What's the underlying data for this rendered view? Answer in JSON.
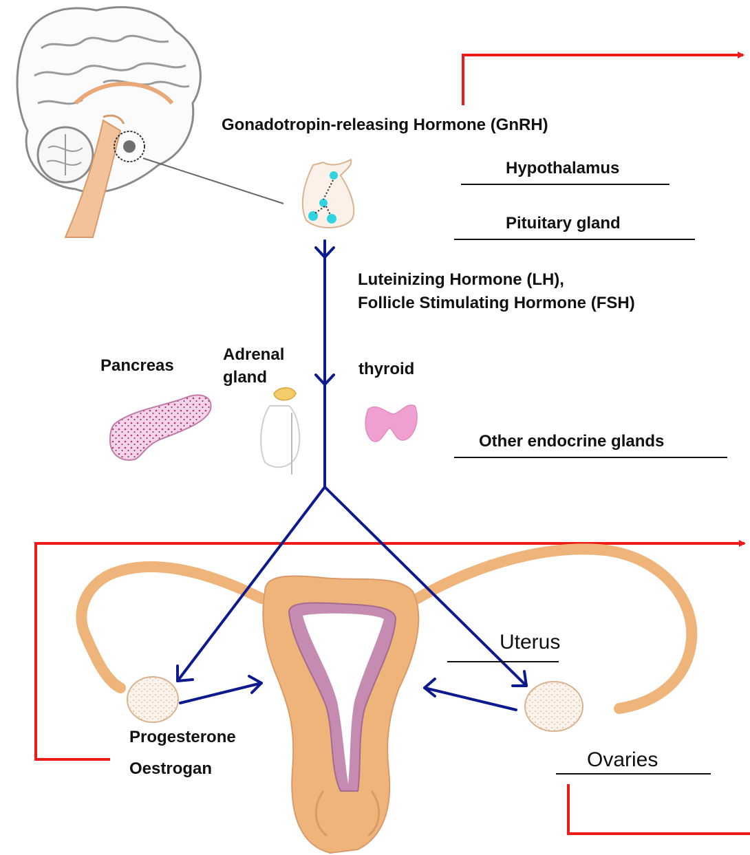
{
  "labels": {
    "gnrh": "Gonadotropin-releasing Hormone (GnRH)",
    "hypothalamus": "Hypothalamus",
    "pituitary": "Pituitary gland",
    "lh": "Luteinizing Hormone (LH),",
    "fsh": "Follicle Stimulating Hormone (FSH)",
    "pancreas": "Pancreas",
    "adrenal_1": "Adrenal",
    "adrenal_2": "gland",
    "thyroid": "thyroid",
    "other_glands": "Other endocrine glands",
    "uterus": "Uterus",
    "progesterone": "Progesterone",
    "oestrogen": "Oestrogan",
    "ovaries": "Ovaries"
  },
  "colors": {
    "feedback_arrow": "#ee1b1b",
    "hormone_path": "#0d1a8e",
    "tissue_orange": "#efb47a",
    "tissue_pink": "#d07fb0",
    "thyroid_pink": "#f0a0d0",
    "pituitary_dots": "#2fd4e0",
    "brain_outline": "#777777"
  },
  "icons": [
    "brain-illustration",
    "pituitary-gland-icon",
    "pancreas-icon",
    "adrenal-gland-icon",
    "thyroid-icon",
    "uterus-illustration",
    "left-ovary-icon",
    "right-ovary-icon"
  ]
}
